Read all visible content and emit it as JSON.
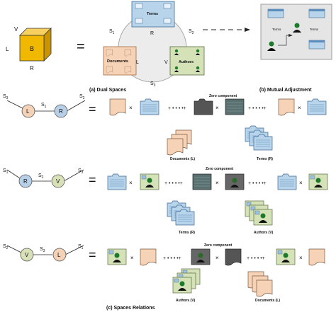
{
  "panel_a": {
    "caption": "(a) Dual Spaces",
    "cube": {
      "face_label": "B",
      "top_label": "V",
      "left_label": "L",
      "bottom_label": "R"
    },
    "equals": "=",
    "circle_labels": {
      "s1": "S",
      "s1_sub": "1",
      "s2": "S",
      "s2_sub": "2",
      "s3": "S",
      "s3_sub": "3",
      "r": "R",
      "l": "L",
      "v": "V"
    },
    "terms_label": "Terms",
    "documents_label": "Documents",
    "authors_label": "Authors"
  },
  "panel_b": {
    "caption": "(b) Mutual Adjustment",
    "terms_label_1": "Terms",
    "terms_label_2": "Terms"
  },
  "panel_c": {
    "caption": "(c) Spaces Relations",
    "row1": {
      "s_left": "S",
      "s_left_sub": "3",
      "s_mid": "S",
      "s_mid_sub": "1",
      "s_right": "S",
      "s_right_sub": "2",
      "node1": "L",
      "node2": "R",
      "zero_component": "Zero component",
      "stack1_label": "Documents (L)",
      "stack2_label": "Terms (R)"
    },
    "row2": {
      "s_left": "S",
      "s_left_sub": "1",
      "s_mid": "S",
      "s_mid_sub": "2",
      "s_right": "S",
      "s_right_sub": "3",
      "node1": "R",
      "node2": "V",
      "zero_component": "Zero component",
      "stack1_label": "Terms (R)",
      "stack2_label": "Authors (V)"
    },
    "row3": {
      "s_left": "S",
      "s_left_sub": "2",
      "s_mid": "S",
      "s_mid_sub": "3",
      "s_right": "S",
      "s_right_sub": "1",
      "node1": "V",
      "node2": "L",
      "zero_component": "Zero component",
      "stack1_label": "Authors (V)",
      "stack2_label": "Documents (L)"
    },
    "times": "×",
    "plus_dots": "+ • • • •+",
    "equals": "="
  },
  "colors": {
    "document": "#f6d2b6",
    "terms": "#b8d4ea",
    "authors": "#d5e2b8",
    "zero": "#555555",
    "cube": "#f0b800",
    "node_l": "#f3d2b8",
    "node_r": "#b8cfe8",
    "node_v": "#d8e0b8"
  }
}
